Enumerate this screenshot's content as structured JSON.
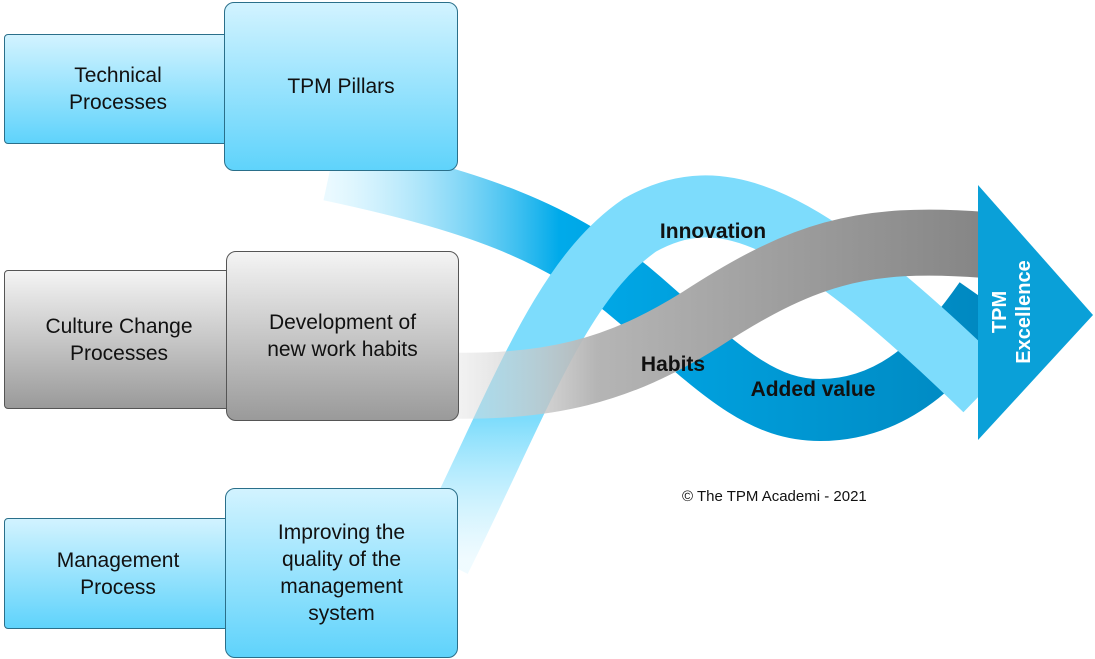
{
  "rows": [
    {
      "process": "Technical Processes",
      "result": "TPM Pillars"
    },
    {
      "process": "Culture Change Processes",
      "result": "Development of new work habits"
    },
    {
      "process": "Management Process",
      "result": "Improving the quality of the management system"
    }
  ],
  "ribbons": {
    "innovation": "Innovation",
    "habits": "Habits",
    "added_value": "Added value"
  },
  "arrow": {
    "line1": "TPM",
    "line2": "Excellence"
  },
  "copyright": "© The TPM Academi - 2021",
  "colors": {
    "light_blue": "#7ddcfc",
    "mid_blue": "#00a8e8",
    "dark_blue": "#0090c8",
    "gray": "#999999"
  }
}
